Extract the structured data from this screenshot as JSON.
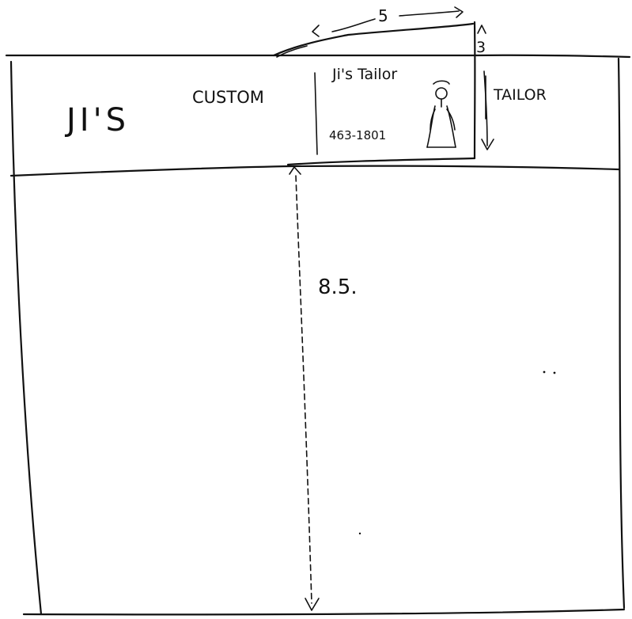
{
  "sign": {
    "left_word": "JI'S",
    "middle_word": "CUSTOM",
    "right_word": "TAILOR"
  },
  "business_card": {
    "title": "Ji's Tailor",
    "phone": "463-1801",
    "figure_icon": "tailor-figure-icon"
  },
  "dimensions": {
    "card_width": "5",
    "card_height": "3",
    "wall_height": "8.5."
  }
}
